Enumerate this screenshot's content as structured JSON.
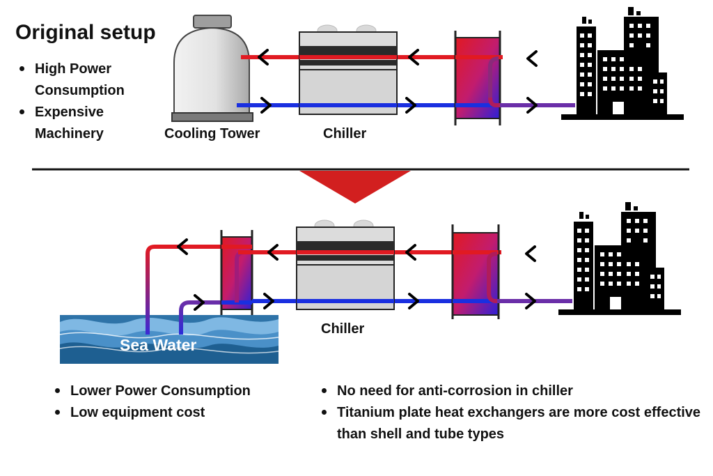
{
  "original": {
    "title": "Original setup",
    "bullets": [
      "High Power Consumption",
      "Expensive Machinery"
    ],
    "cooling_tower_label": "Cooling Tower",
    "chiller_label": "Chiller"
  },
  "new": {
    "chiller_label": "Chiller",
    "sea_water_label": "Sea Water",
    "bullets_left": [
      "Lower Power Consumption",
      "Low equipment cost"
    ],
    "bullets_right": [
      "No need for anti-corrosion in chiller",
      "Titanium plate heat  exchangers are more cost effective than shell and tube types"
    ]
  },
  "colors": {
    "hot": "#e11a22",
    "cold": "#1a2fe0",
    "mixed": "#6a2ea8",
    "divider_arrow": "#d21f1f",
    "sea_light": "#7fb8e3",
    "sea_dark": "#1e5f91"
  }
}
